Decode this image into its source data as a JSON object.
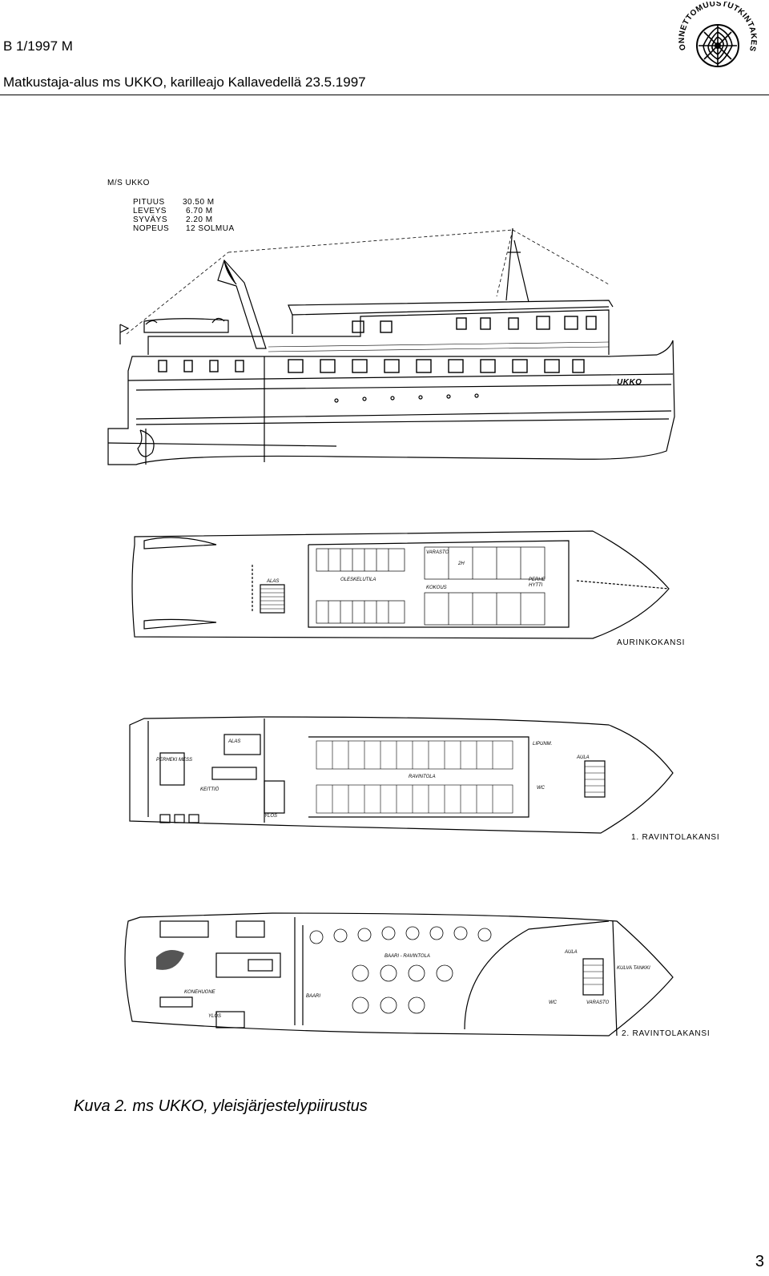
{
  "header": {
    "doc_code": "B 1/1997 M",
    "title": "Matkustaja-alus ms UKKO, karilleajo Kallavedellä 23.5.1997",
    "logo_text": "ONNETTOMUUSTUTKINTAKESKUS"
  },
  "drawing": {
    "ship_name": "M/S UKKO",
    "hull_name": "UKKO",
    "specs": [
      {
        "label": "PITUUS",
        "value": "30.50 M"
      },
      {
        "label": "LEVEYS",
        "value": "6.70 M"
      },
      {
        "label": "SYVÄYS",
        "value": "2.20 M"
      },
      {
        "label": "NOPEUS",
        "value": "12   SOLMUA"
      }
    ],
    "decks": [
      {
        "label": "AURINKOKANSI",
        "rooms": [
          "OLESKELUTILA",
          "ALAS",
          "VARASTO",
          "KOKOUS",
          "PERHE",
          "HYTTI",
          "2H"
        ]
      },
      {
        "label": "1. RAVINTOLAKANSI",
        "rooms": [
          "ALAS",
          "KEITTIÖ",
          "RAVINTOLA",
          "LIPUNM.",
          "AULA",
          "WC",
          "YLÖS",
          "PERHEKI MESS"
        ]
      },
      {
        "label": "2. RAVINTOLAKANSI",
        "rooms": [
          "BAARI - RAVINTOLA",
          "AULA",
          "KONEHUONE",
          "YLÖS",
          "WC",
          "VARASTO",
          "KULVA TANKKI",
          "BAARI"
        ]
      }
    ]
  },
  "caption": "Kuva 2.  ms UKKO, yleisjärjestelypiirustus",
  "page_number": "3"
}
